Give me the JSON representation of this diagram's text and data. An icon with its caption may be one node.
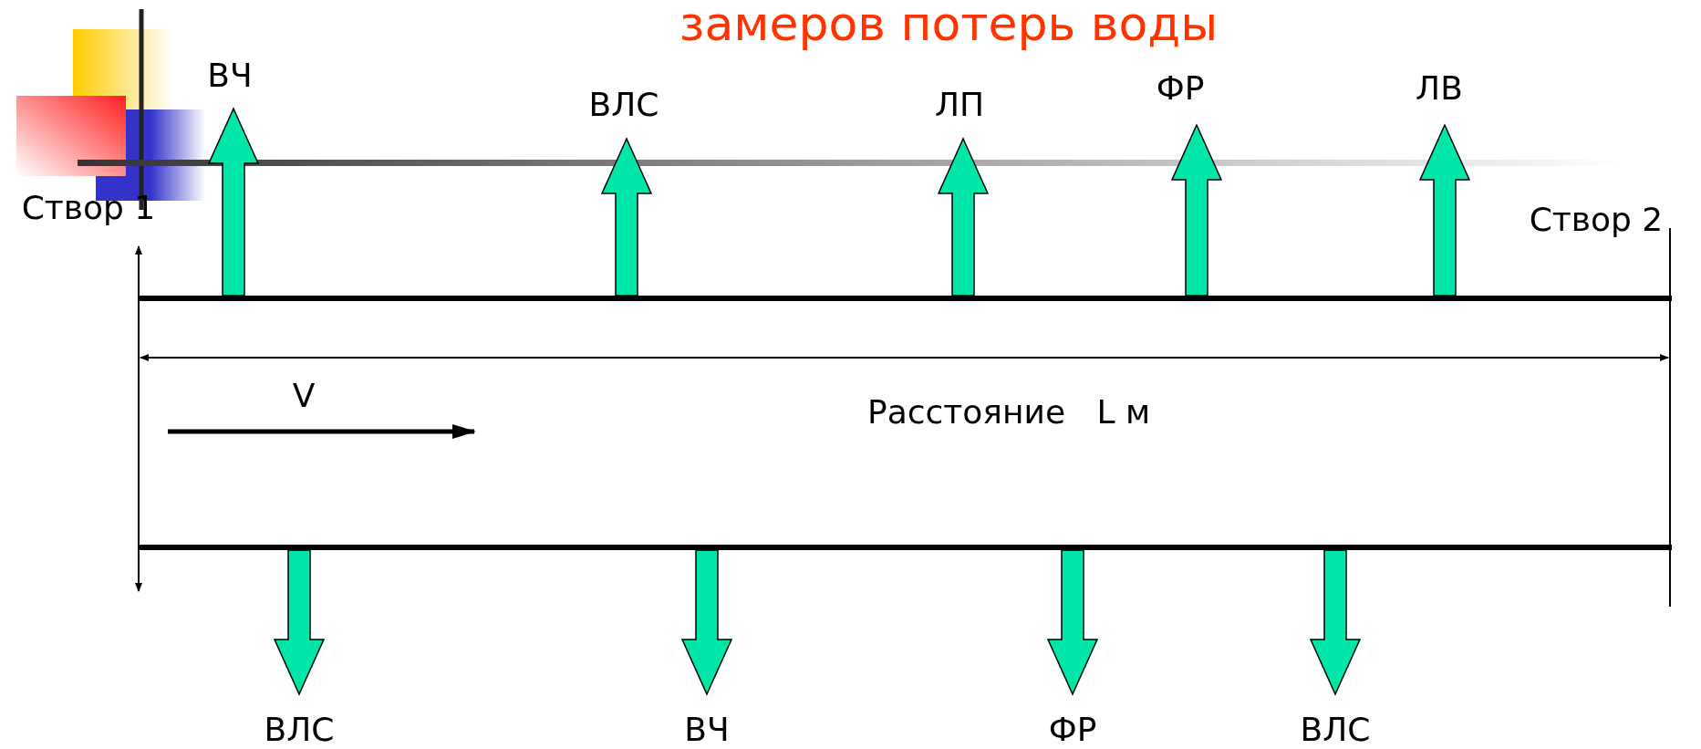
{
  "diagram": {
    "title": "замеров потерь воды",
    "labels": [
      "ВЧ",
      "ВЛС",
      "ЛП",
      "ФР",
      "ЛВ",
      "Створ 1",
      "Створ 2",
      "V",
      "Расстояние   L м",
      "ВЛС",
      "ВЧ",
      "ФР",
      "ВЛС"
    ]
  }
}
